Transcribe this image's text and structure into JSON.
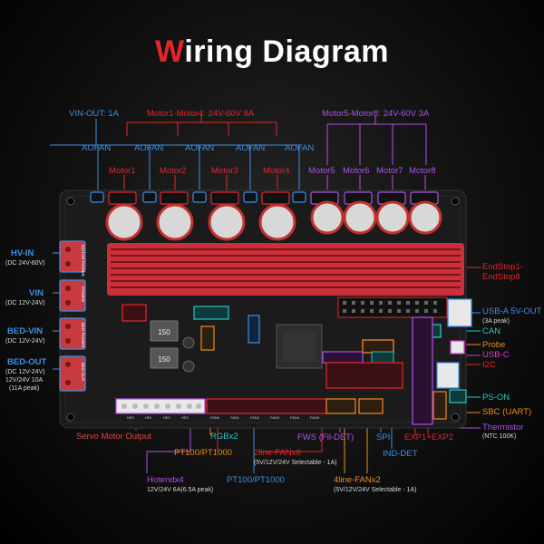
{
  "title": {
    "first_letter": "W",
    "rest": "iring Diagram"
  },
  "top": {
    "vin_out": "VIN-OUT: 1A",
    "motor_group_a": "Motor1-Motor4: 24V-60V 8A",
    "motor_group_b": "Motor5-Motor8: 24V-60V 3A",
    "aofan": [
      "AOFAN",
      "AOFAN",
      "AOFAN",
      "AOFAN",
      "AOFAN"
    ],
    "motors": [
      "Motor1",
      "Motor2",
      "Motor3",
      "Motor4",
      "Motor5",
      "Motor6",
      "Motor7",
      "Motor8"
    ]
  },
  "left": {
    "hv_in": {
      "name": "HV-IN",
      "spec": "(DC 24V-60V)"
    },
    "vin": {
      "name": "VIN",
      "spec": "(DC 12V-24V)"
    },
    "bed_vin": {
      "name": "BED-VIN",
      "spec": "(DC 12V-24V)"
    },
    "bed_out": {
      "name": "BED-OUT",
      "spec1": "(DC 12V-24V)",
      "spec2": "12V/24V 10A",
      "spec3": "(11A peak)"
    },
    "servo": "Servo Motor Output"
  },
  "right": {
    "endstop": [
      "EndStop1-",
      "EndStop8"
    ],
    "usb_a": {
      "name": "USB-A 5V-OUT",
      "spec": "(3A peak)"
    },
    "can": "CAN",
    "probe": "Probe",
    "usb_c": "USB-C",
    "i2c": "I2C",
    "ps_on": "PS-ON",
    "sbc": "SBC (UART)",
    "thermistor": {
      "name": "Thermistor",
      "spec": "(NTC 100K)"
    },
    "exp": "EXP1+EXP2"
  },
  "bottom": {
    "rgb": "RGBx2",
    "pt_a": "PT100/PT1000",
    "pt_b": "PT100/PT1000",
    "hotend": {
      "name": "Hotendx4",
      "spec": "12V/24V 6A(6.5A peak)"
    },
    "fan2": {
      "name": "2line-FANx6",
      "spec": "(5V/12V/24V Selectable - 1A)"
    },
    "fws": "FWS (Fil-DET)",
    "spi": "SPI",
    "ind": "IND-DET",
    "fan4": {
      "name": "4line-FANx2",
      "spec": "(5V/12V/24V Selectable - 1A)"
    }
  },
  "board": {
    "power_labels": [
      "MOTOR POWER",
      "POWER",
      "BED POWER",
      "BED-OUT"
    ],
    "inductor_values": [
      "150",
      "150"
    ],
    "heater_labels": [
      "HE0",
      "HE1",
      "HE2",
      "HE3"
    ],
    "fan_labels": [
      "FAN0",
      "FAN1",
      "FAN2",
      "FAN3",
      "FAN4",
      "FAN5"
    ]
  },
  "colors": {
    "red": "#e0282d",
    "blue": "#3d8fe6",
    "purple": "#b050e8",
    "orange": "#f08a1e",
    "pink": "#d53bc8",
    "cyan": "#27c6c6",
    "board": "#1b1b1b",
    "heatsink": "#c9303a"
  }
}
